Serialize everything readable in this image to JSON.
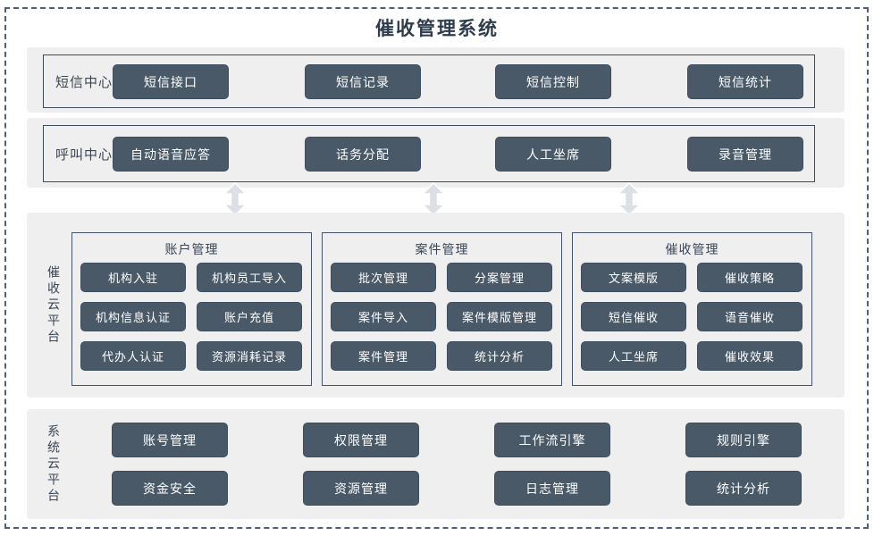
{
  "title": "催收管理系统",
  "colors": {
    "button_bg": "#4a5968",
    "button_text": "#ffffff",
    "panel_bg": "#efefef",
    "box_border": "#3d4c5c",
    "frame_border": "#50607a",
    "heading_text": "#2e3c4b",
    "label_text": "#3a4656",
    "arrow_fill": "#dce0e4"
  },
  "top_sections": [
    {
      "label": "短信中心",
      "buttons": [
        "短信接口",
        "短信记录",
        "短信控制",
        "短信统计"
      ]
    },
    {
      "label": "呼叫中心",
      "buttons": [
        "自动语音应答",
        "话务分配",
        "人工坐席",
        "录音管理"
      ]
    }
  ],
  "connectors": {
    "icon": "double-vertical-arrow",
    "count": 3
  },
  "cloud_platform": {
    "label": "催收云平台",
    "groups": [
      {
        "title": "账户管理",
        "buttons": [
          "机构入驻",
          "机构员工导入",
          "机构信息认证",
          "账户充值",
          "代办人认证",
          "资源消耗记录"
        ]
      },
      {
        "title": "案件管理",
        "buttons": [
          "批次管理",
          "分案管理",
          "案件导入",
          "案件模版管理",
          "案件管理",
          "统计分析"
        ]
      },
      {
        "title": "催收管理",
        "buttons": [
          "文案模版",
          "催收策略",
          "短信催收",
          "语音催收",
          "人工坐席",
          "催收效果"
        ]
      }
    ]
  },
  "system_platform": {
    "label": "系统云平台",
    "rows": [
      [
        "账号管理",
        "权限管理",
        "工作流引擎",
        "规则引擎"
      ],
      [
        "资金安全",
        "资源管理",
        "日志管理",
        "统计分析"
      ]
    ]
  }
}
